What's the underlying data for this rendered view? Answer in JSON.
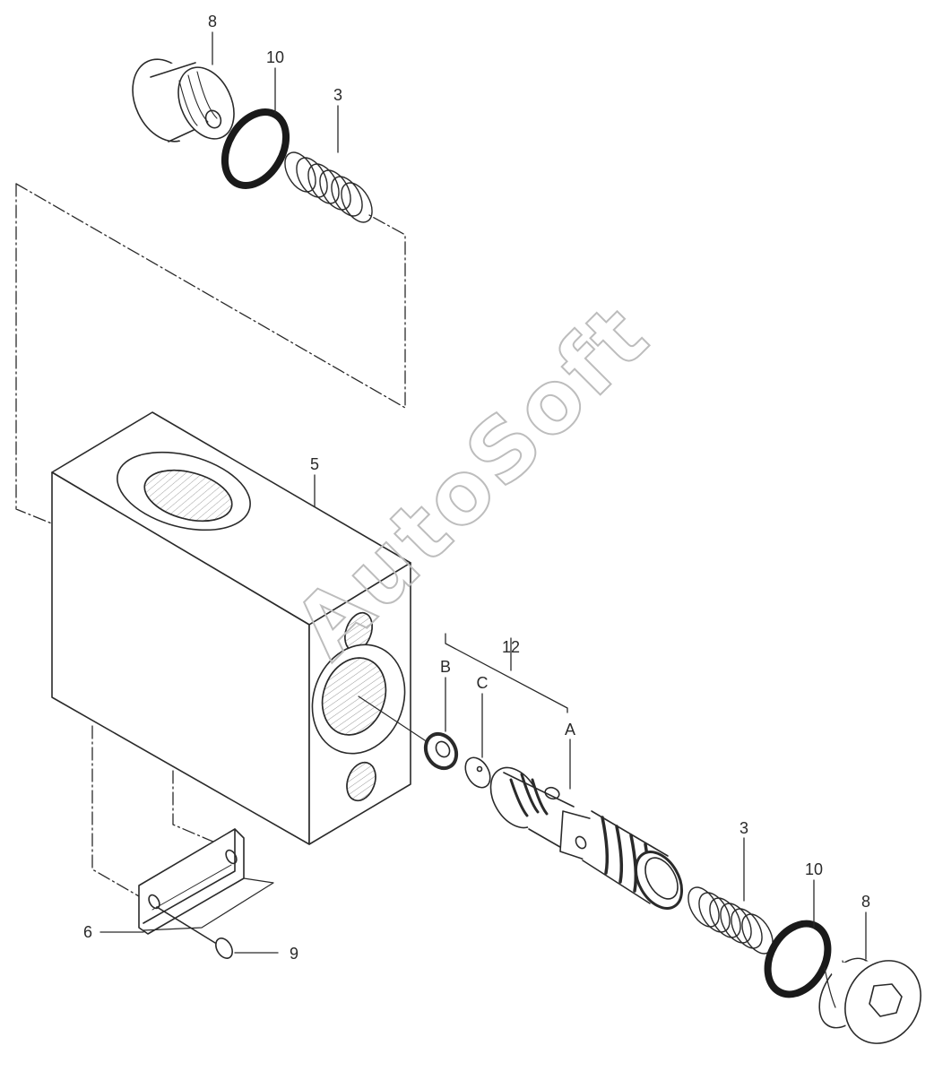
{
  "watermark": "AutoSoft",
  "callouts": {
    "c8_top": "8",
    "c10_top": "10",
    "c3_top": "3",
    "c5": "5",
    "c12": "12",
    "cB": "B",
    "cC": "C",
    "cA": "A",
    "c3_bottom": "3",
    "c10_bottom": "10",
    "c8_bottom": "8",
    "c6": "6",
    "c9": "9"
  }
}
